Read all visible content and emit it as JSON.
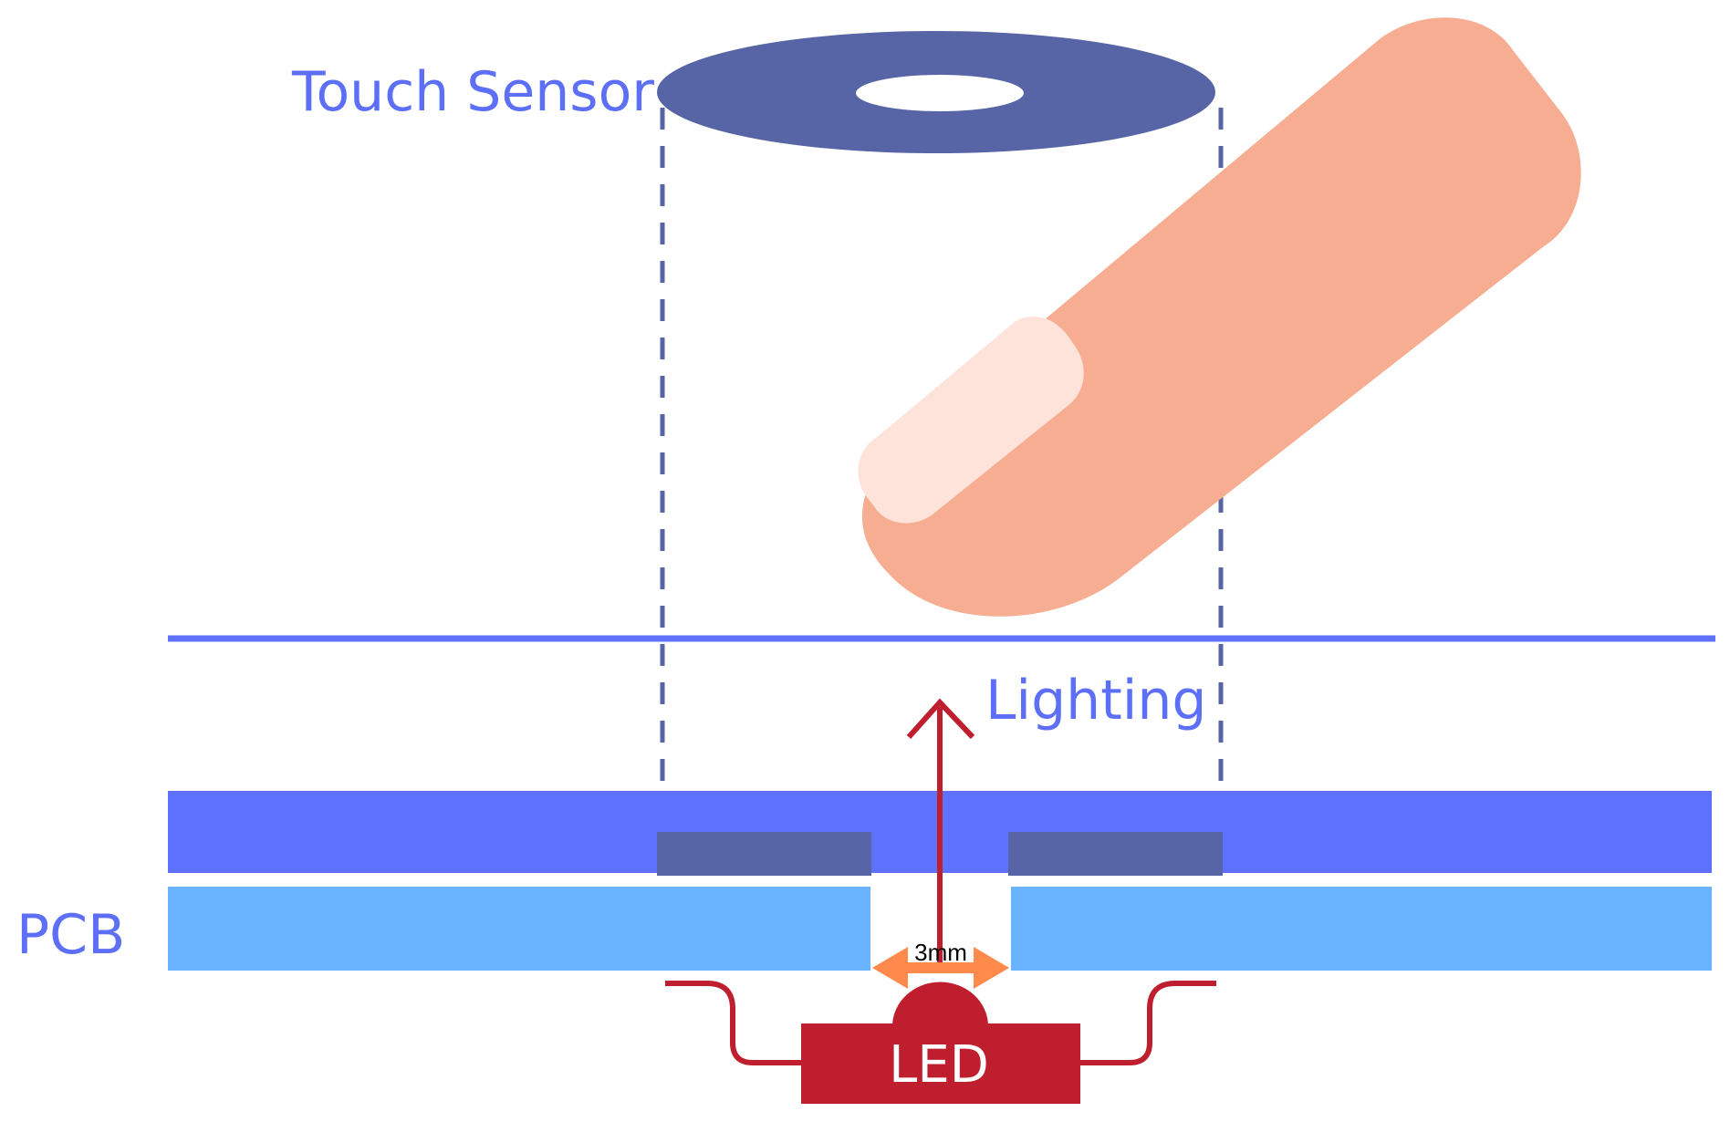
{
  "labels": {
    "touch_sensor": "Touch Sensor",
    "lighting": "Lighting",
    "pcb": "PCB",
    "led": "LED",
    "gap": "3mm"
  },
  "colors": {
    "label_blue": "#5D6FF7",
    "sensor_dark": "#5765A6",
    "cover_layer": "#5E72FF",
    "pcb_layer": "#6AB3FF",
    "finger_skin": "#F7AD91",
    "fingernail": "#FDE3DA",
    "led_red": "#BE1E2D",
    "gap_arrow": "#FF8A4C",
    "surface_line": "#5E72FF"
  }
}
